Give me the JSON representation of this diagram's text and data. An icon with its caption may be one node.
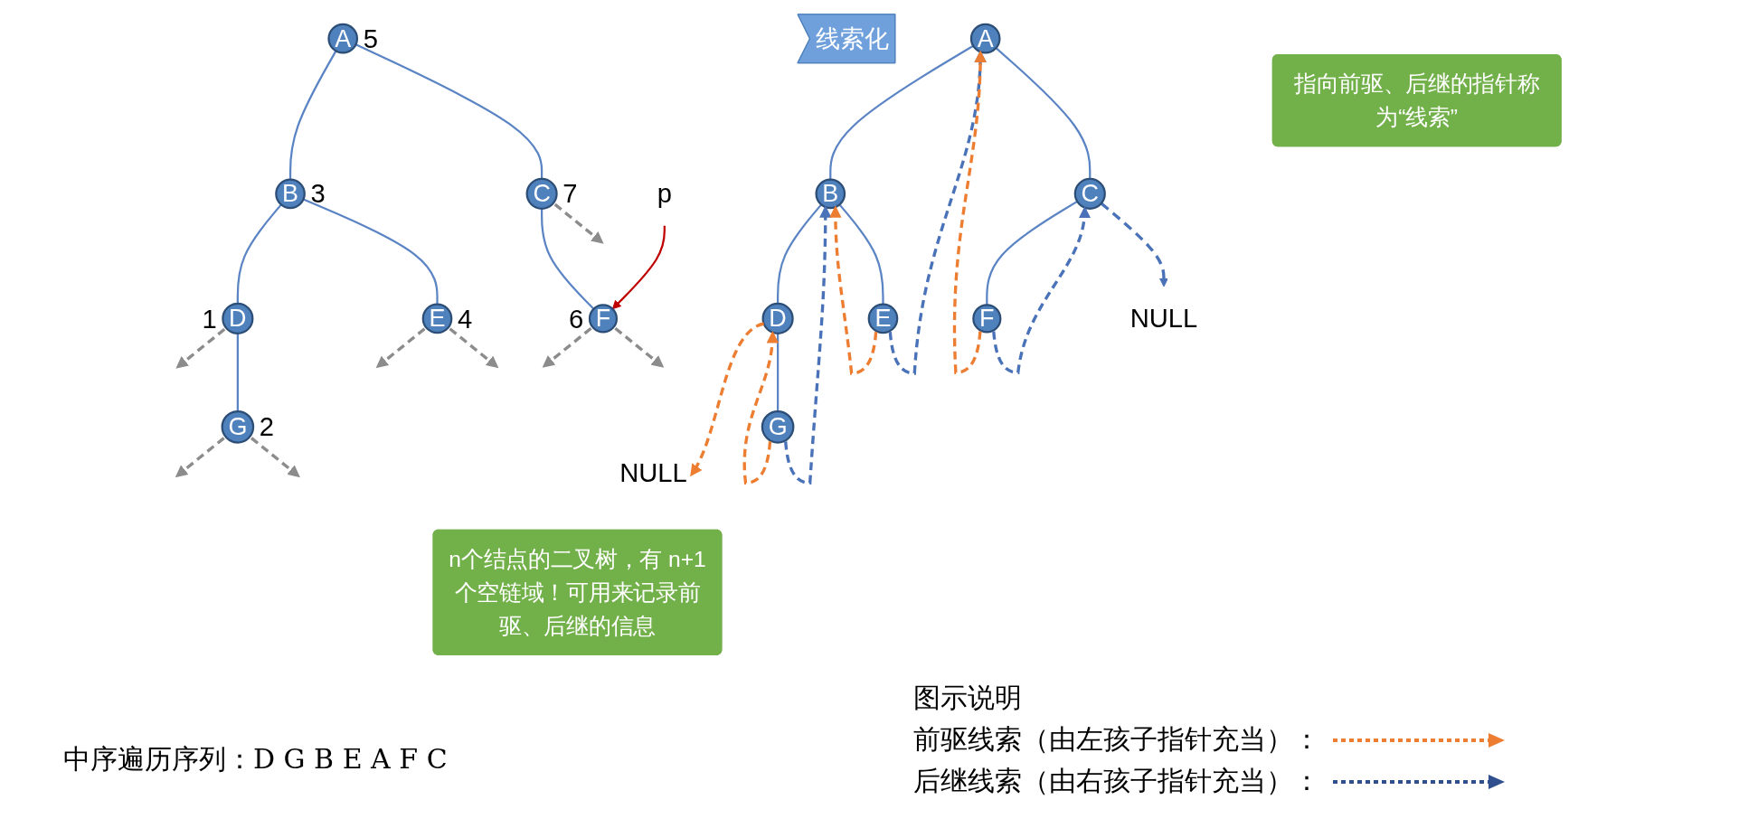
{
  "diagram": {
    "nodes": [
      {
        "text": [
          "A"
        ],
        "beside": [
          "5"
        ]
      },
      {
        "text": [
          "B"
        ],
        "beside": [
          "3"
        ]
      },
      {
        "text": [
          "C"
        ],
        "beside": [
          "7"
        ]
      },
      {
        "text": [
          "D"
        ],
        "beside": [
          "1"
        ]
      },
      {
        "text": [
          "E"
        ],
        "beside": [
          "4"
        ]
      },
      {
        "text": [
          "F"
        ],
        "beside": [
          "6"
        ]
      },
      {
        "text": [
          "p"
        ]
      },
      {
        "text": [
          "G"
        ],
        "beside": [
          "2"
        ]
      },
      {
        "text": [
          "n个结点的二叉树，有 n+1个空链域！可用来记录前驱、后继的信息"
        ]
      },
      {
        "text": [
          "线索化"
        ]
      },
      {
        "text": [
          "A"
        ]
      },
      {
        "text": [
          "B"
        ]
      },
      {
        "text": [
          "C"
        ]
      },
      {
        "text": [
          "NULL"
        ]
      },
      {
        "text": [
          "D"
        ]
      },
      {
        "text": [
          "E"
        ]
      },
      {
        "text": [
          "F"
        ]
      },
      {
        "text": [
          "NULL"
        ]
      },
      {
        "text": [
          "G"
        ]
      },
      {
        "text": [
          "指向前驱、后继的指针称为“线索”"
        ]
      }
    ],
    "edges": [
      {
        "from": 0,
        "to": 1,
        "arrow": "none"
      },
      {
        "from": 0,
        "to": 2,
        "arrow": "none"
      },
      {
        "from": 1,
        "to": 3,
        "arrow": "none"
      },
      {
        "from": 1,
        "to": 4,
        "arrow": "none"
      },
      {
        "from": 3,
        "to": null,
        "arrow": "to",
        "style": "dashed",
        "color": "#8c8c8c"
      },
      {
        "from": 3,
        "to": 7,
        "arrow": "none"
      },
      {
        "from": 4,
        "to": null,
        "arrow": "to",
        "style": "dashed",
        "color": "#8c8c8c"
      },
      {
        "from": 4,
        "to": null,
        "arrow": "to",
        "style": "dashed",
        "color": "#8c8c8c"
      },
      {
        "from": 2,
        "to": 5,
        "arrow": "none"
      },
      {
        "from": 2,
        "to": null,
        "arrow": "to",
        "style": "dashed",
        "color": "#8c8c8c"
      },
      {
        "from": 5,
        "to": null,
        "arrow": "to",
        "style": "dashed",
        "color": "#8c8c8c"
      },
      {
        "from": 5,
        "to": null,
        "arrow": "to",
        "style": "dashed",
        "color": "#8c8c8c"
      },
      {
        "from": 7,
        "to": null,
        "arrow": "to",
        "style": "dashed",
        "color": "#8c8c8c"
      },
      {
        "from": 7,
        "to": null,
        "arrow": "to",
        "style": "dashed",
        "color": "#8c8c8c"
      },
      {
        "from": 6,
        "to": 5,
        "arrow": "to",
        "color": "#c00000"
      },
      {
        "from": 10,
        "to": 11,
        "arrow": "none"
      },
      {
        "from": 10,
        "to": 12,
        "arrow": "none"
      },
      {
        "from": 11,
        "to": 14,
        "arrow": "none"
      },
      {
        "from": 11,
        "to": 15,
        "arrow": "none"
      },
      {
        "from": 12,
        "to": 16,
        "arrow": "none"
      },
      {
        "from": 14,
        "to": 17,
        "arrow": "to",
        "style": "dashed",
        "color": "#ed7d31"
      },
      {
        "from": 14,
        "to": 18,
        "arrow": "none"
      },
      {
        "from": 18,
        "to": 14,
        "arrow": "to",
        "style": "dashed",
        "color": "#ed7d31"
      },
      {
        "from": 18,
        "to": 11,
        "arrow": "to",
        "style": "dashed",
        "color": "#4a72b8"
      },
      {
        "from": 15,
        "to": 11,
        "arrow": "to",
        "style": "dashed",
        "color": "#ed7d31"
      },
      {
        "from": 15,
        "to": 10,
        "arrow": "to",
        "style": "dashed",
        "color": "#4a72b8"
      },
      {
        "from": 16,
        "to": 10,
        "arrow": "to",
        "style": "dashed",
        "color": "#ed7d31"
      },
      {
        "from": 16,
        "to": 12,
        "arrow": "to",
        "style": "dashed",
        "color": "#4a72b8"
      },
      {
        "from": 12,
        "to": 13,
        "arrow": "to",
        "style": "dashed",
        "color": "#4a72b8"
      }
    ],
    "labels": [
      "中序遍历序列：D G B E A F C",
      "图示说明"
    ],
    "legend": [
      {
        "text": "前驱线索（由左孩子指针充当）："
      },
      {
        "text": "后继线索（由右孩子指针充当）："
      }
    ]
  }
}
